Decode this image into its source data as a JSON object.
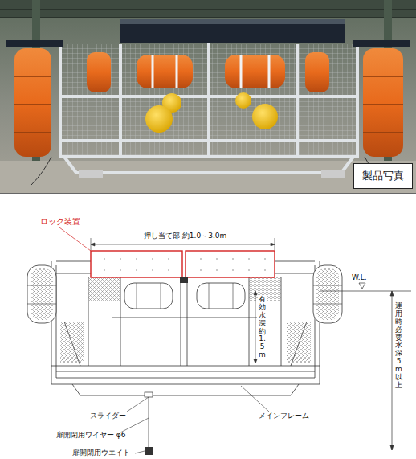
{
  "diagram": {
    "nodes": [
      {
        "text": [
          "製品写真"
        ]
      }
    ],
    "labels": [
      "ロック装置",
      "押し当て部 約1.0～3.0m",
      "有効水深 約1.5m",
      "W.L.",
      "運用時 必要水深5m以上",
      "スライダー",
      "扉開閉用ワイヤー φ6",
      "メインフレーム",
      "扉開閉用ウエイト"
    ]
  }
}
